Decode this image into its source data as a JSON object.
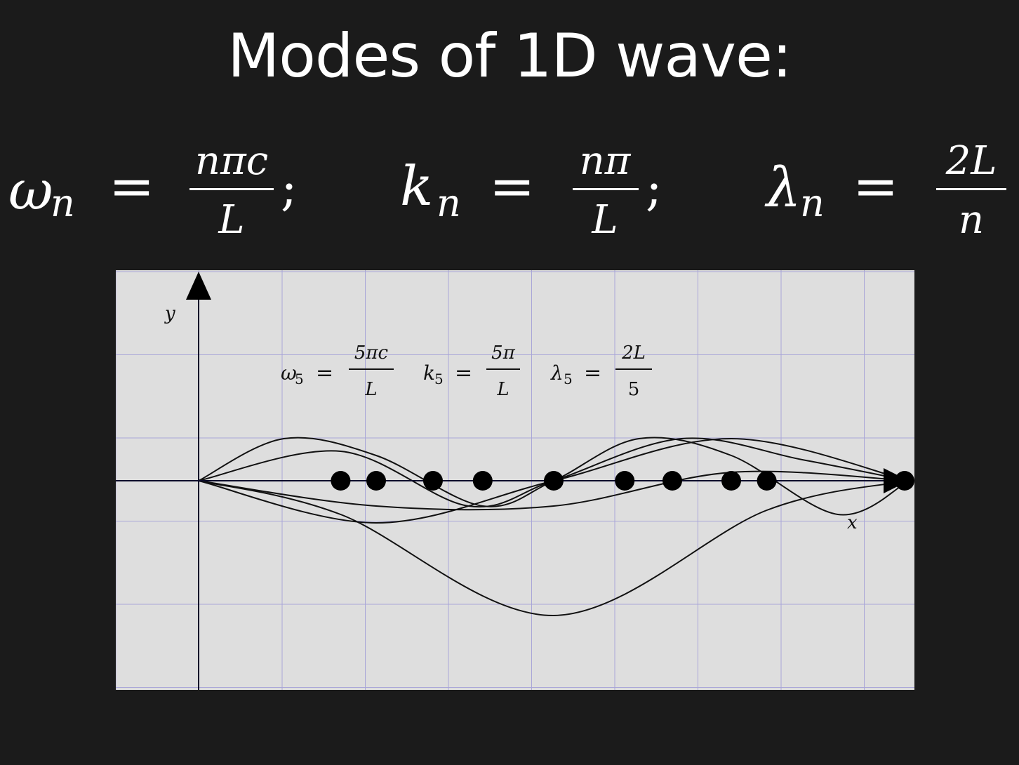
{
  "title": "Modes of 1D wave:",
  "header_formulas": {
    "omega": {
      "lhs": "ω",
      "sub": "n",
      "num": "nπc",
      "den": "L",
      "tail": ";"
    },
    "k": {
      "lhs": "k",
      "sub": "n",
      "num": "nπ",
      "den": "L",
      "tail": ";"
    },
    "lambda": {
      "lhs": "λ",
      "sub": "n",
      "num": "2L",
      "den": "n",
      "tail": ""
    }
  },
  "plot": {
    "axis_labels": {
      "x": "x",
      "y": "y"
    },
    "formulas": {
      "omega": {
        "lhs": "ω",
        "sub": "5",
        "num": "5πc",
        "den": "L"
      },
      "k": {
        "lhs": "k",
        "sub": "5",
        "num": "5π",
        "den": "L"
      },
      "lambda": {
        "lhs": "λ",
        "sub": "5",
        "num": "2L",
        "den": "5"
      }
    },
    "colors": {
      "background": "#dedede",
      "grid": "#a9a6d8",
      "curve": "#111111",
      "axis": "#0b0b2a"
    },
    "curves": [
      {
        "name": "curve-1",
        "points": [
          [
            0,
            0
          ],
          [
            0.2,
            -0.08
          ],
          [
            0.5,
            -0.32
          ],
          [
            0.8,
            -0.07
          ],
          [
            1.0,
            0
          ]
        ]
      },
      {
        "name": "curve-2",
        "points": [
          [
            0,
            0
          ],
          [
            0.12,
            0.1
          ],
          [
            0.25,
            0.06
          ],
          [
            0.4,
            -0.06
          ],
          [
            0.5,
            0
          ],
          [
            0.62,
            0.1
          ],
          [
            0.75,
            0.06
          ],
          [
            0.9,
            -0.08
          ],
          [
            1.0,
            0
          ]
        ]
      },
      {
        "name": "curve-3",
        "points": [
          [
            0,
            0
          ],
          [
            0.2,
            0.07
          ],
          [
            0.38,
            -0.06
          ],
          [
            0.5,
            0
          ],
          [
            0.68,
            0.1
          ],
          [
            0.85,
            0.05
          ],
          [
            1.0,
            0
          ]
        ]
      },
      {
        "name": "curve-4",
        "points": [
          [
            0,
            0
          ],
          [
            0.25,
            -0.1
          ],
          [
            0.5,
            0
          ],
          [
            0.75,
            0.1
          ],
          [
            1.0,
            0
          ]
        ]
      },
      {
        "name": "curve-5",
        "points": [
          [
            0,
            0
          ],
          [
            0.25,
            -0.06
          ],
          [
            0.5,
            -0.06
          ],
          [
            0.75,
            0.02
          ],
          [
            1.0,
            0
          ]
        ]
      }
    ],
    "nodes": [
      0.2,
      0.25,
      0.33,
      0.4,
      0.5,
      0.6,
      0.667,
      0.75,
      0.8,
      1.0
    ]
  }
}
